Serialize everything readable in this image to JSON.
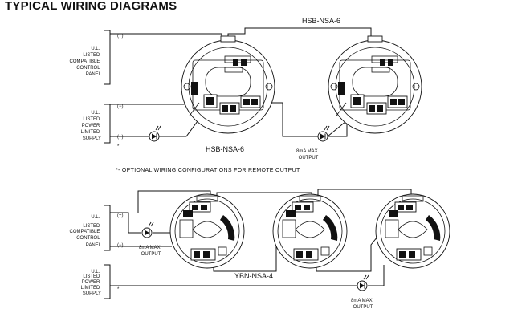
{
  "page": {
    "title": "TYPICAL WIRING DIAGRAMS"
  },
  "top_diagram": {
    "panel_label": [
      "U.L.",
      "LISTED",
      "COMPATIBLE",
      "CONTROL",
      "PANEL"
    ],
    "supply_label": [
      "U.L.",
      "LISTED",
      "POWER",
      "LIMITED",
      "SUPPLY"
    ],
    "terminal_plus_1": "(+)",
    "terminal_minus": "(−)",
    "terminal_plus_2": "(+)",
    "star_mark": "*",
    "base_label_top": "HSB-NSA-6",
    "base_label_bottom": "HSB-NSA-6",
    "output_label": [
      "8mA MAX.",
      "OUTPUT"
    ]
  },
  "note": "*- OPTIONAL WIRING CONFIGURATIONS FOR REMOTE OUTPUT",
  "bottom_diagram": {
    "panel_label": [
      "U.L.",
      "LISTED",
      "COMPATIBLE",
      "CONTROL",
      "PANEL"
    ],
    "supply_label": [
      "U.L.",
      "LISTED",
      "POWER",
      "LIMITED",
      "SUPPLY"
    ],
    "terminal_plus": "(+)",
    "terminal_minus": "(−)",
    "star_mark": "*",
    "base_label": "YBN-NSA-4",
    "output_label_left": [
      "8mA MAX.",
      "OUTPUT"
    ],
    "output_label_right": [
      "8mA MAX.",
      "OUTPUT"
    ]
  }
}
